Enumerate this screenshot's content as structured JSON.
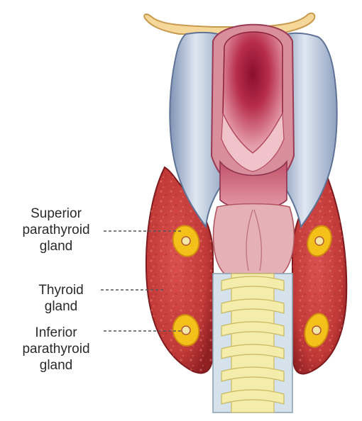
{
  "labels": {
    "superior": [
      "Superior",
      "parathyroid",
      "gland"
    ],
    "thyroid": [
      "Thyroid",
      "gland"
    ],
    "inferior": [
      "Inferior",
      "parathyroid",
      "gland"
    ]
  },
  "colors": {
    "thyroid": "#c8383a",
    "thyroid_dark": "#8e1f22",
    "cartilage": "#b9c7dc",
    "larynx": "#d9a3ab",
    "larynx_inner": "#a3203d",
    "trachea": "#f4ecaa",
    "rings": "#d5e2ec",
    "hyoid": "#f5d79a",
    "parathyroid": "#f4c11b",
    "leader": "#555555"
  }
}
